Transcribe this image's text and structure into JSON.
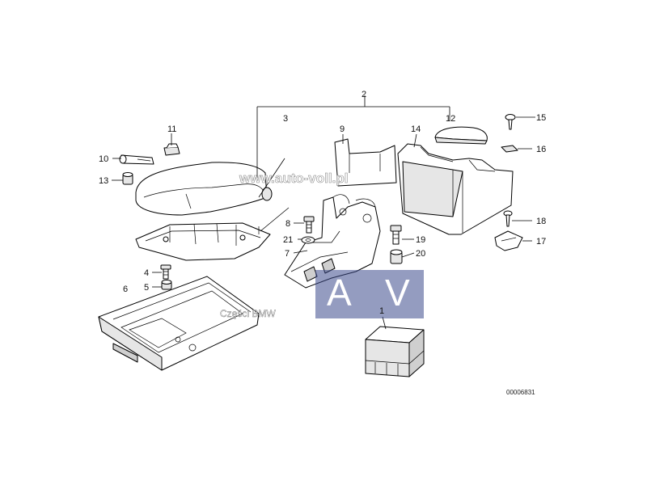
{
  "callouts": {
    "c1": "1",
    "c2": "2",
    "c3": "3",
    "c4": "4",
    "c5": "5",
    "c6": "6",
    "c7": "7",
    "c8": "8",
    "c9": "9",
    "c10": "10",
    "c11": "11",
    "c12": "12",
    "c13": "13",
    "c14": "14",
    "c15": "15",
    "c16": "16",
    "c17": "17",
    "c18": "18",
    "c19": "19",
    "c20": "20",
    "c21": "21"
  },
  "drawing_id": "00006831",
  "watermark": {
    "url": "www.auto-voll.pl",
    "logo_letter_a": "A",
    "logo_letter_v": "V",
    "subtitle": "Części BMW",
    "logo_color": "#3d4a8c"
  }
}
